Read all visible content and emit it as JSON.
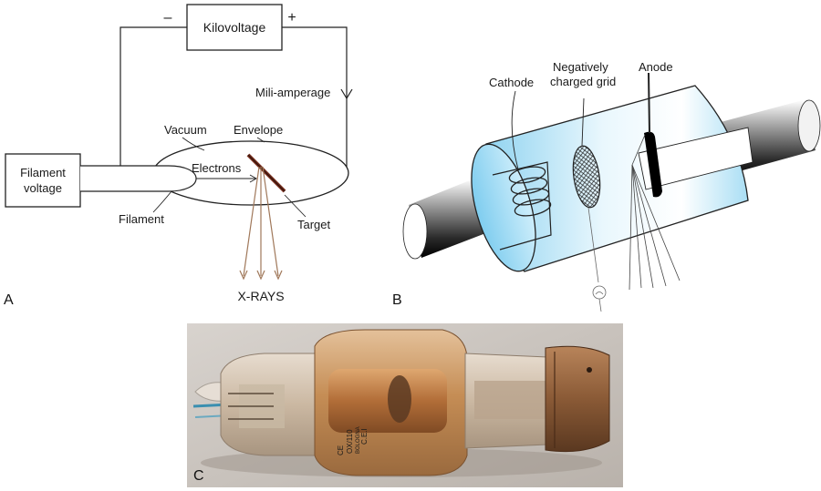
{
  "panel_a": {
    "tag": "A",
    "kilovoltage": "Kilovoltage",
    "minus": "–",
    "plus": "+",
    "mili_amperage": "Mili-amperage",
    "vacuum": "Vacuum",
    "envelope": "Envelope",
    "electrons": "Electrons",
    "filament_voltage_line1": "Filament",
    "filament_voltage_line2": "voltage",
    "filament": "Filament",
    "target": "Target",
    "xrays": "X-RAYS"
  },
  "panel_b": {
    "tag": "B",
    "cathode": "Cathode",
    "grid_line1": "Negatively",
    "grid_line2": "charged grid",
    "anode": "Anode"
  },
  "panel_c": {
    "tag": "C",
    "engraving_brand": "C.E.I",
    "engraving_city": "BOLOGNA",
    "engraving_model": "OX/110",
    "engraving_mark": "CE"
  },
  "colors": {
    "line": "#222222",
    "xray": "#a0785a",
    "tube_glass": "#bfe6f7",
    "photo_bg": "#c9c3bd",
    "amber_glass": "#c8925a",
    "copper": "#8a5a36"
  }
}
